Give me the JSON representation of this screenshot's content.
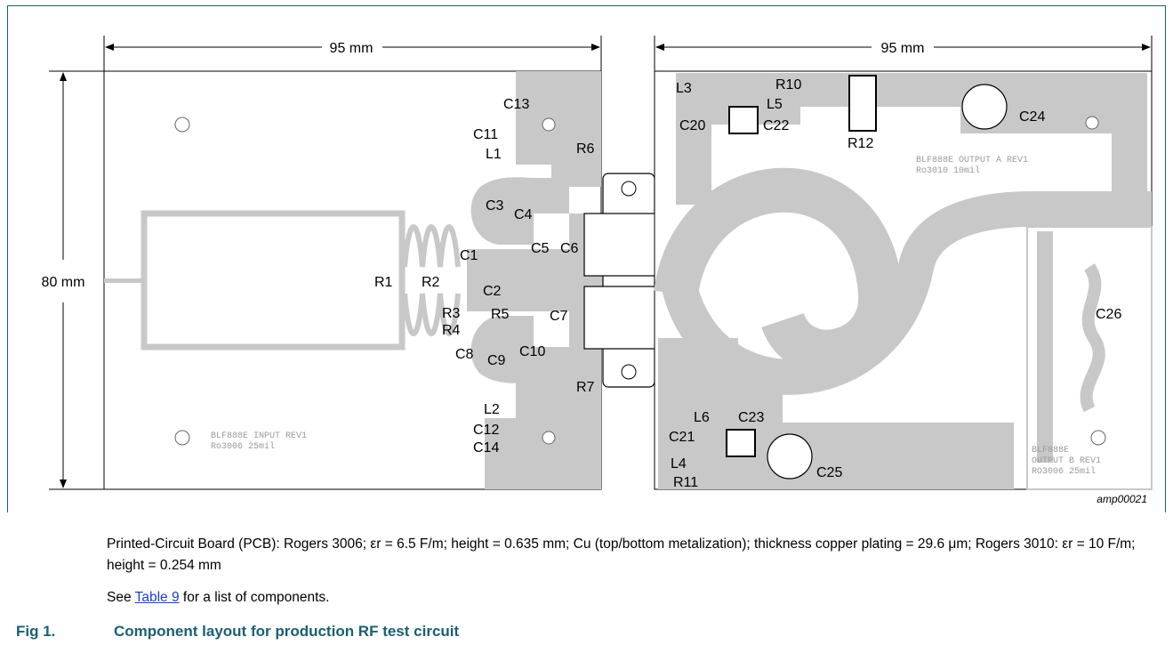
{
  "dimensions": {
    "left_width": "95 mm",
    "right_width": "95 mm",
    "height": "80 mm"
  },
  "input_board": {
    "silk_line1": "BLF888E INPUT REV1",
    "silk_line2": "Ro3006 25mil",
    "labels": [
      "C13",
      "C11",
      "L1",
      "R6",
      "C3",
      "C4",
      "C1",
      "C5",
      "C6",
      "R1",
      "R2",
      "C2",
      "C7",
      "R3",
      "R5",
      "R4",
      "C8",
      "C9",
      "C10",
      "R7",
      "L2",
      "C12",
      "C14"
    ]
  },
  "output_board": {
    "silk_a1": "BLF888E OUTPUT A REV1",
    "silk_a2": "Ro3010 10mil",
    "silk_b1": "BLF888E",
    "silk_b2": "OUTPUT B REV1",
    "silk_b3": "RO3006 25mil",
    "labels": [
      "L3",
      "R10",
      "L5",
      "C20",
      "C22",
      "R12",
      "C24",
      "C26",
      "L6",
      "C23",
      "C21",
      "L4",
      "R11",
      "C25"
    ]
  },
  "figure_code": "amp00021",
  "caption": {
    "line1": "Printed-Circuit Board (PCB): Rogers 3006; εr = 6.5 F/m; height = 0.635 mm; Cu (top/bottom metalization); thickness copper plating = 29.6 μm; Rogers 3010: εr = 10 F/m; height = 0.254 mm",
    "line2_pre": "See ",
    "line2_link": "Table 9",
    "line2_post": " for a list of components."
  },
  "figure": {
    "number": "Fig 1.",
    "title": "Component layout for production RF test circuit"
  },
  "colors": {
    "copper": "#c8c8c8",
    "frame": "#1a5f73",
    "title": "#1a5f73",
    "link": "#1a3fd6"
  }
}
